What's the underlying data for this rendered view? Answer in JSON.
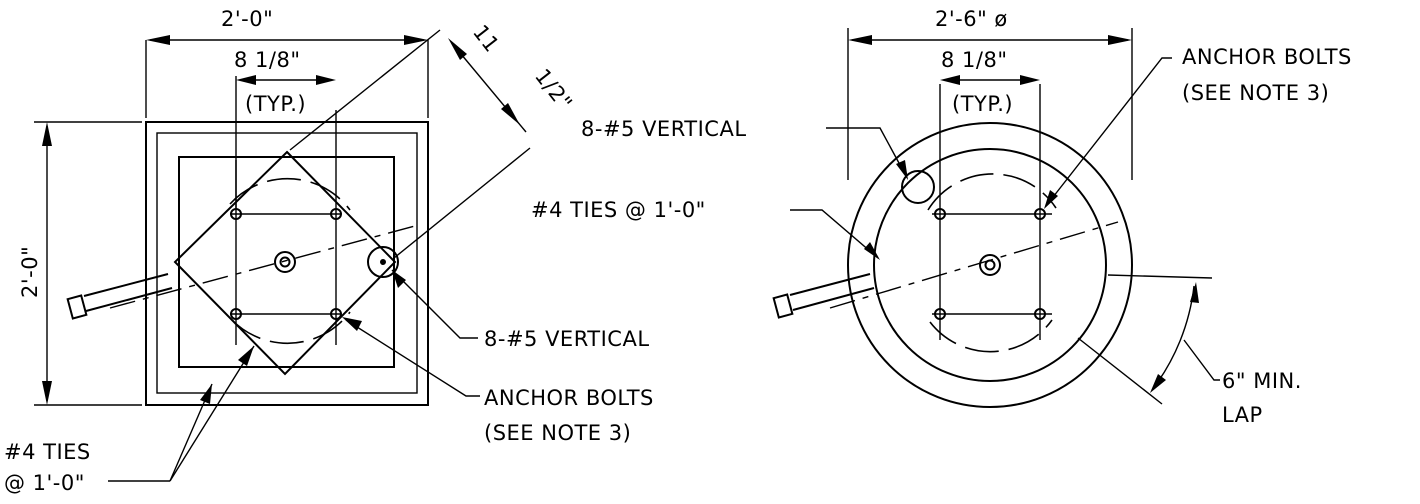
{
  "square_footing": {
    "width_dim": "2'-0\"",
    "height_dim": "2'-0\"",
    "bolt_spacing": "8 1/8\"",
    "typ": "(TYP.)",
    "diag_dim_a": "11",
    "diag_dim_b": "1/2\"",
    "vertical_label": "8-#5 VERTICAL",
    "anchor_label_1": "ANCHOR BOLTS",
    "anchor_label_2": "(SEE NOTE 3)",
    "ties_label_1": "#4 TIES",
    "ties_label_2": "@ 1'-0\""
  },
  "round_footing": {
    "diameter_dim": "2'-6\" ø",
    "bolt_spacing": "8 1/8\"",
    "typ": "(TYP.)",
    "anchor_label_1": "ANCHOR BOLTS",
    "anchor_label_2": "(SEE NOTE 3)",
    "vertical_label": "8-#5 VERTICAL",
    "ties_label": "#4 TIES @ 1'-0\"",
    "lap_label_1": "6\" MIN.",
    "lap_label_2": "LAP"
  }
}
